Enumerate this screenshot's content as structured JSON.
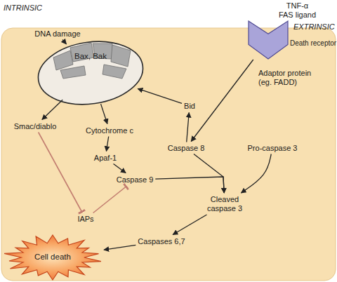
{
  "diagram": {
    "nodes": [
      {
        "text": [
          "DNA damage"
        ]
      },
      {
        "text": [
          "Bax, Bak"
        ]
      },
      {
        "text": [
          "Death receptor"
        ]
      },
      {
        "text": [
          "Smac/diablo"
        ]
      },
      {
        "text": [
          "Cytochrome c"
        ]
      },
      {
        "text": [
          "Bid"
        ]
      },
      {
        "text": [
          "Apaf-1"
        ]
      },
      {
        "text": [
          "Caspase 8"
        ]
      },
      {
        "text": [
          "Pro-caspase 3"
        ]
      },
      {
        "text": [
          "Caspase 9"
        ]
      },
      {
        "text": [
          "Cleaved caspase 3"
        ]
      },
      {
        "text": [
          "IAPs"
        ]
      },
      {
        "text": [
          "Caspases 6,7"
        ]
      },
      {
        "text": [
          "Cell death"
        ]
      }
    ],
    "edges": [
      {
        "from": 0,
        "to": 1,
        "arrow": "to"
      },
      {
        "from": 1,
        "to": 3,
        "arrow": "to"
      },
      {
        "from": 1,
        "to": 4,
        "arrow": "to"
      },
      {
        "from": 4,
        "to": 6,
        "arrow": "to"
      },
      {
        "from": 6,
        "to": 9,
        "arrow": "to"
      },
      {
        "from": 3,
        "to": 11,
        "arrow": "to"
      },
      {
        "from": 11,
        "to": 9,
        "arrow": "to"
      },
      {
        "from": 2,
        "to": 7,
        "label": "Adaptor protein (eg. FADD)",
        "arrow": "to"
      },
      {
        "from": 7,
        "to": 5,
        "arrow": "to"
      },
      {
        "from": 5,
        "to": 1,
        "arrow": "to"
      },
      {
        "from": 9,
        "to": 10,
        "arrow": "to"
      },
      {
        "from": 7,
        "to": 10,
        "arrow": "to"
      },
      {
        "from": 8,
        "to": 10,
        "arrow": "to"
      },
      {
        "from": 10,
        "to": 12,
        "arrow": "to"
      },
      {
        "from": 12,
        "to": 13,
        "arrow": "to"
      }
    ],
    "labels": [
      "INTRINSIC",
      "EXTRINSIC",
      "TNF-α FAS ligand"
    ]
  }
}
